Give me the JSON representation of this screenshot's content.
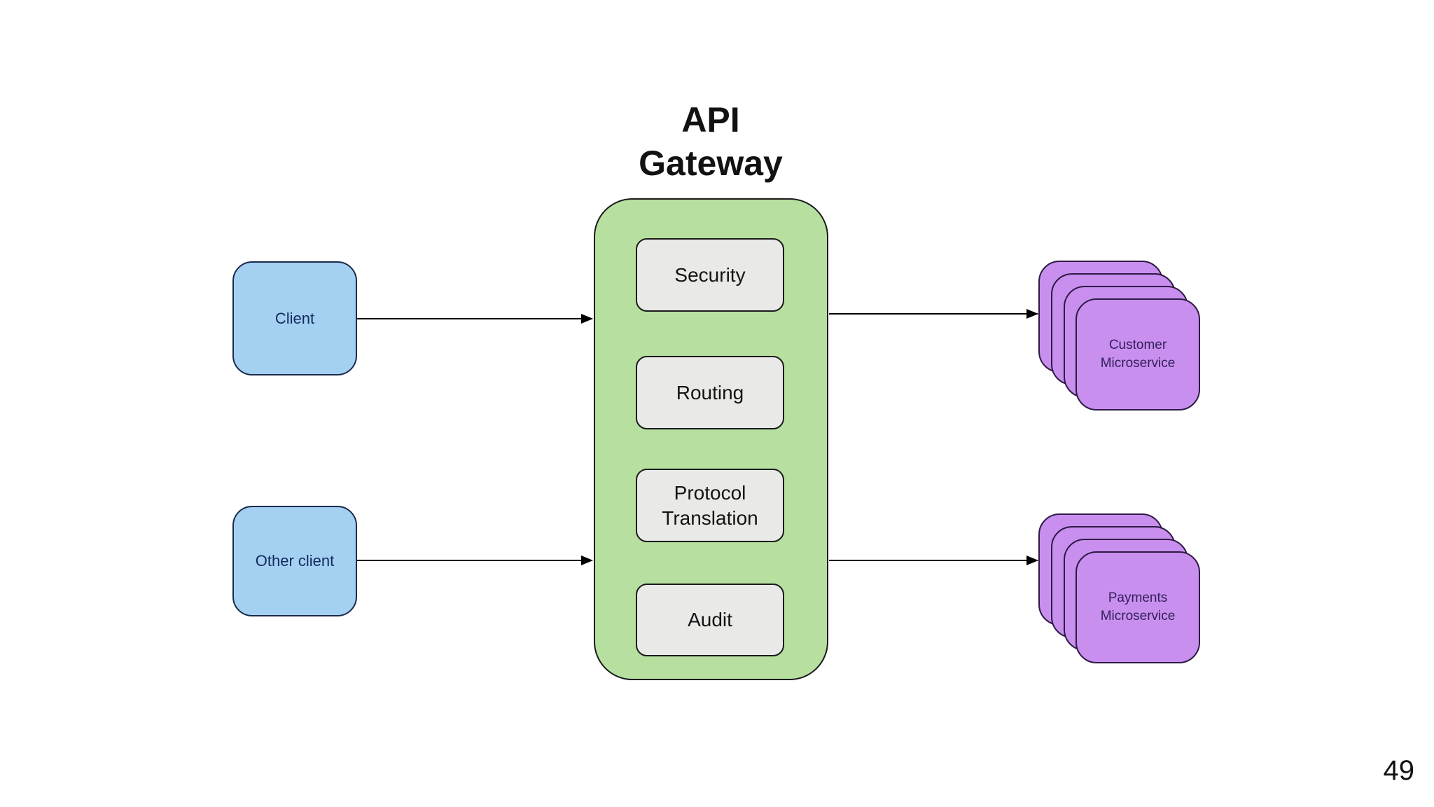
{
  "title": {
    "line1": "API",
    "line2": "Gateway"
  },
  "clients": [
    {
      "label": "Client"
    },
    {
      "label": "Other client"
    }
  ],
  "gateway": {
    "modules": [
      {
        "label": "Security"
      },
      {
        "label": "Routing"
      },
      {
        "label": "Protocol Translation"
      },
      {
        "label": "Audit"
      }
    ]
  },
  "microservices": [
    {
      "label": "Customer Microservice"
    },
    {
      "label": "Payments Microservice"
    }
  ],
  "page_number": "49",
  "colors": {
    "client_fill": "#a4d1f2",
    "gateway_fill": "#b6dfa0",
    "module_fill": "#e9e9e7",
    "service_fill": "#c98fef",
    "arrow_color": "#000000"
  }
}
